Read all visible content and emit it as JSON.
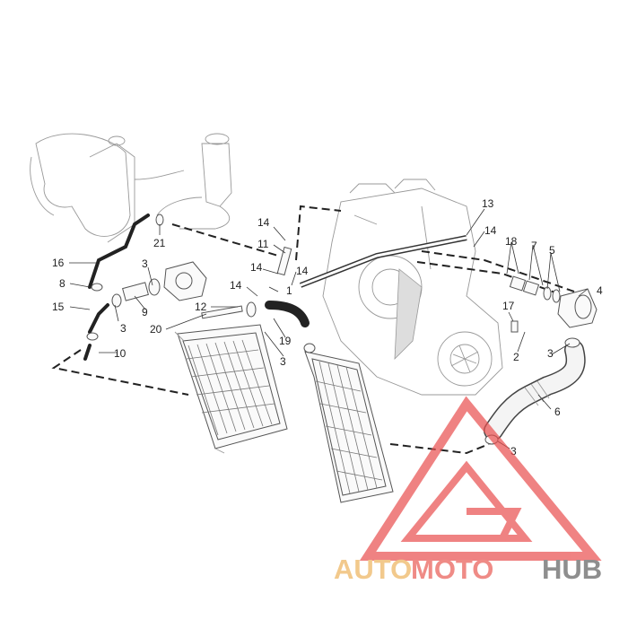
{
  "callouts": [
    {
      "id": "c1",
      "text": "1"
    },
    {
      "id": "c2",
      "text": "2"
    },
    {
      "id": "c3a",
      "text": "3"
    },
    {
      "id": "c3b",
      "text": "3"
    },
    {
      "id": "c3c",
      "text": "3"
    },
    {
      "id": "c3d",
      "text": "3"
    },
    {
      "id": "c3e",
      "text": "3"
    },
    {
      "id": "c4",
      "text": "4"
    },
    {
      "id": "c5",
      "text": "5"
    },
    {
      "id": "c6",
      "text": "6"
    },
    {
      "id": "c7",
      "text": "7"
    },
    {
      "id": "c8",
      "text": "8"
    },
    {
      "id": "c9",
      "text": "9"
    },
    {
      "id": "c10",
      "text": "10"
    },
    {
      "id": "c11",
      "text": "11"
    },
    {
      "id": "c12",
      "text": "12"
    },
    {
      "id": "c13",
      "text": "13"
    },
    {
      "id": "c14a",
      "text": "14"
    },
    {
      "id": "c14b",
      "text": "14"
    },
    {
      "id": "c14c",
      "text": "14"
    },
    {
      "id": "c14d",
      "text": "14"
    },
    {
      "id": "c14e",
      "text": "14"
    },
    {
      "id": "c15",
      "text": "15"
    },
    {
      "id": "c16",
      "text": "16"
    },
    {
      "id": "c17",
      "text": "17"
    },
    {
      "id": "c18",
      "text": "18"
    },
    {
      "id": "c19",
      "text": "19"
    },
    {
      "id": "c20",
      "text": "20"
    },
    {
      "id": "c21",
      "text": "21"
    }
  ],
  "watermark": {
    "part1": "AUTO",
    "part2": "MOTO",
    "part3": "HUB",
    "color1": "#f2c98c",
    "color2": "#ef8b86",
    "color3": "#8e8e8e",
    "logo_color": "#e94e4e"
  }
}
